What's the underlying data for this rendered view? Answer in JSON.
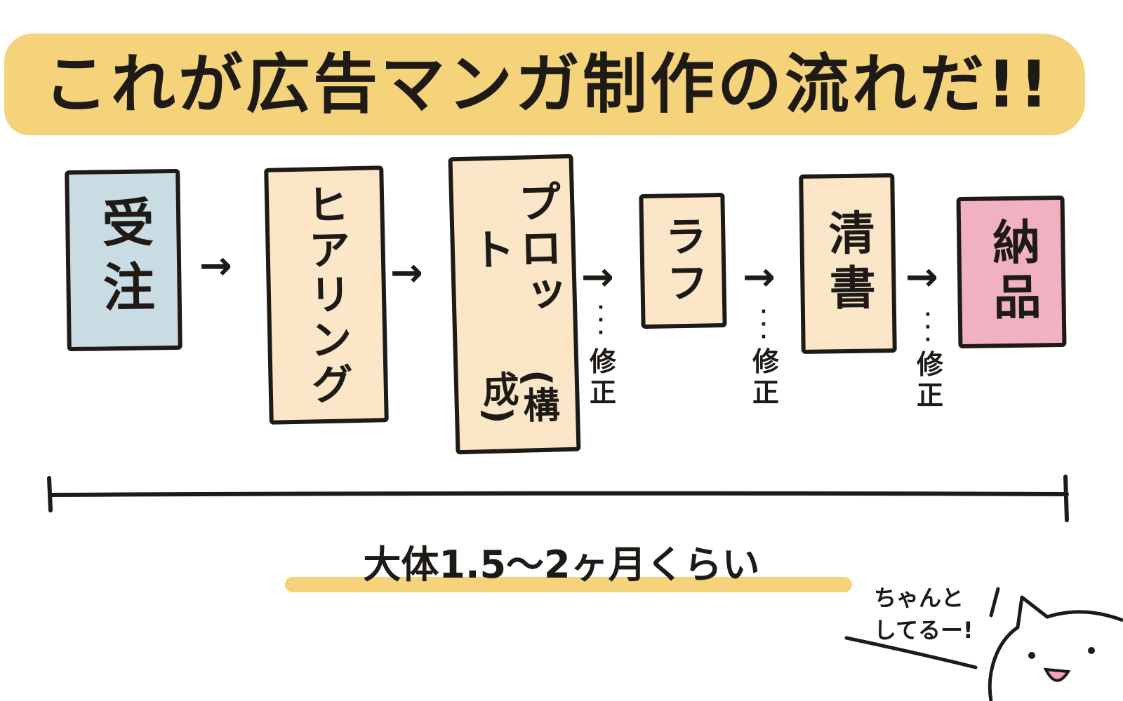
{
  "title": "これが広告マンガ制作の流れだ!!",
  "colors": {
    "title_highlight": "#f4d37a",
    "order_box": "#c9dbe3",
    "process_box": "#fbe6c8",
    "delivery_box": "#f2b1c0",
    "ink": "#1e1a16"
  },
  "steps": [
    {
      "label": "受注",
      "color": "#c9dbe3"
    },
    {
      "label": "ヒアリング",
      "color": "#fbe6c8"
    },
    {
      "label": "プロット",
      "sub": "(構成)",
      "color": "#fbe6c8"
    },
    {
      "label": "ラフ",
      "color": "#fbe6c8"
    },
    {
      "label": "清書",
      "color": "#fbe6c8"
    },
    {
      "label": "納品",
      "color": "#f2b1c0"
    }
  ],
  "arrow_glyph": "→",
  "revision_note": "修正",
  "duration": "大体1.5～2ヶ月くらい",
  "cat_speech": "ちゃんと\nしてるー!"
}
